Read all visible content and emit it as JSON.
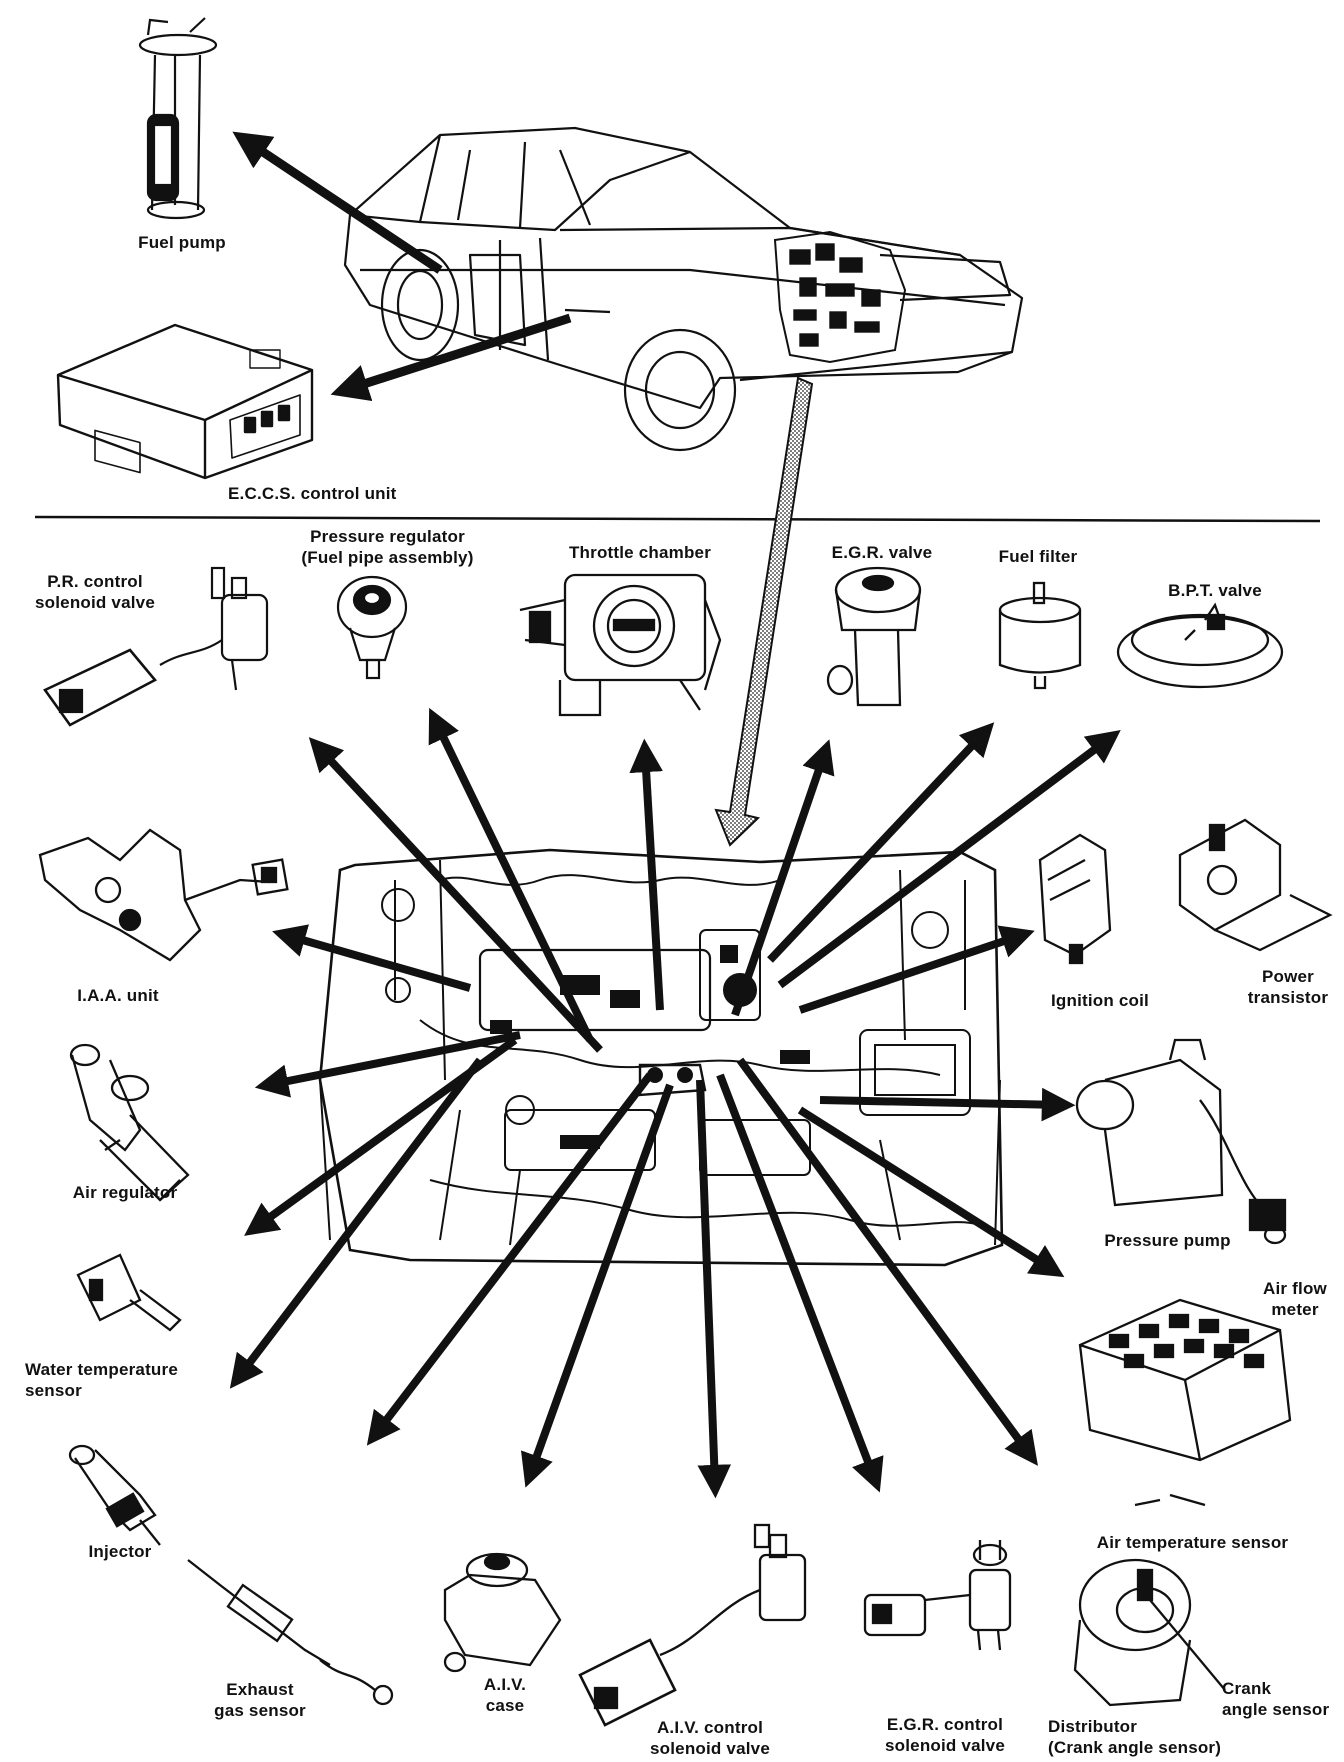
{
  "labels": {
    "fuel_pump": "Fuel pump",
    "eccs_control_unit": "E.C.C.S. control unit",
    "pr_control_solenoid_valve": [
      "P.R. control",
      "solenoid valve"
    ],
    "pressure_regulator": [
      "Pressure regulator",
      "(Fuel pipe assembly)"
    ],
    "throttle_chamber": "Throttle chamber",
    "egr_valve": "E.G.R. valve",
    "fuel_filter": "Fuel filter",
    "bpt_valve": "B.P.T. valve",
    "iaa_unit": "I.A.A. unit",
    "ignition_coil": "Ignition coil",
    "power_transistor": [
      "Power",
      "transistor"
    ],
    "air_regulator": "Air regulator",
    "pressure_pump": "Pressure pump",
    "air_flow_meter": [
      "Air flow",
      "meter"
    ],
    "water_temperature_sensor": [
      "Water temperature",
      "sensor"
    ],
    "air_temperature_sensor": "Air temperature sensor",
    "injector": "Injector",
    "exhaust_gas_sensor": [
      "Exhaust",
      "gas sensor"
    ],
    "aiv_case": [
      "A.I.V.",
      "case"
    ],
    "aiv_control_solenoid_valve": [
      "A.I.V. control",
      "solenoid valve"
    ],
    "egr_control_solenoid_valve": [
      "E.G.R. control",
      "solenoid valve"
    ],
    "crank_angle_sensor": [
      "Crank",
      "angle sensor"
    ],
    "distributor": [
      "Distributor",
      "(Crank angle sensor)"
    ]
  },
  "colors": {
    "ink": "#111111",
    "paper": "#ffffff"
  }
}
